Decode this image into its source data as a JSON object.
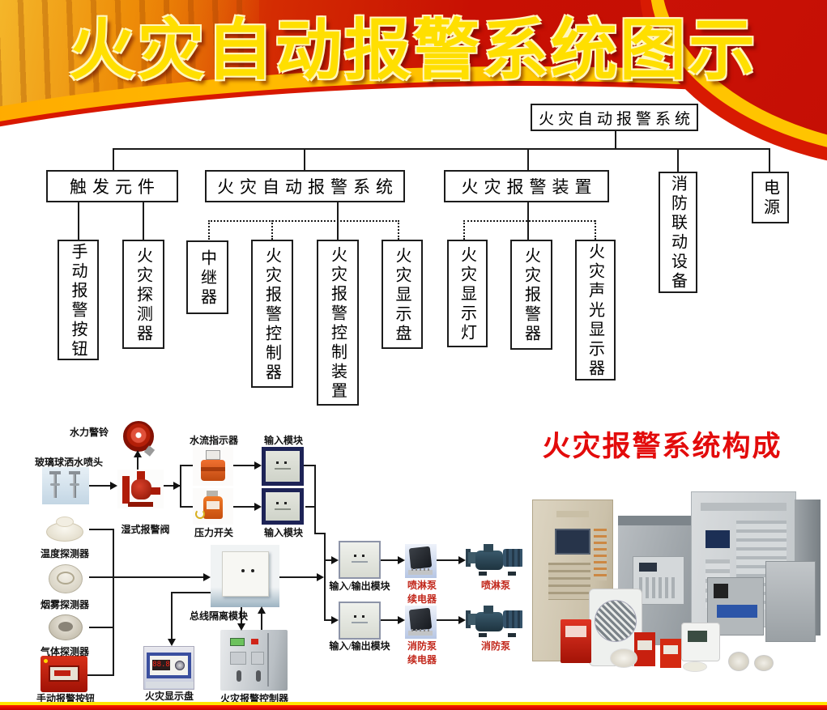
{
  "banner": {
    "title": "火灾自动报警系统图示"
  },
  "tree": {
    "root": "火灾自动报警系统",
    "l2": {
      "trigger": "触发元件",
      "autoSystem": "火灾自动报警系统",
      "alarmDevice": "火灾报警装置",
      "linkage": "消防联动设备",
      "power": "电源"
    },
    "l3": {
      "manualButton": "手动报警按钮",
      "fireDetector": "火灾探测器",
      "repeater": "中继器",
      "alarmController": "火灾报警控制器",
      "alarmControlDevice": "火灾报警控制装置",
      "displayPanel": "火灾显示盘",
      "indicatorLamp": "火灾显示灯",
      "alarmSounder": "火灾报警器",
      "soundLightDisplay": "火灾声光显示器"
    }
  },
  "flow": {
    "waterBell": "水力警铃",
    "sprinklerHead": "玻璃球洒水喷头",
    "wetValve": "湿式报警阀",
    "flowIndicator": "水流指示器",
    "inputModuleTop": "输入模块",
    "pressureSwitch": "压力开关",
    "inputModuleBottom": "输入模块",
    "tempDetector": "温度探测器",
    "smokeDetector": "烟雾探测器",
    "gasDetector": "气体探测器",
    "manualCallPoint": "手动报警按钮",
    "busIsolator": "总线隔离模块",
    "fireDisplayPanel": "火灾显示盘",
    "fireAlarmController": "火灾报警控制器",
    "ioModuleTop": "输入/输出模块",
    "ioModuleBottom": "输入/输出模块",
    "sprayPumpRelay": "喷淋泵续电器",
    "sprayPump": "喷淋泵",
    "firePumpRelay": "消防泵续电器",
    "firePump": "消防泵"
  },
  "right": {
    "title": "火灾报警系统构成"
  },
  "colors": {
    "bannerRed": "#c30d04",
    "titleYellow": "#ffdf00",
    "swooshYellow": "#ffc400",
    "labelRed": "#c2281c",
    "lineBlack": "#1a1a1a"
  }
}
